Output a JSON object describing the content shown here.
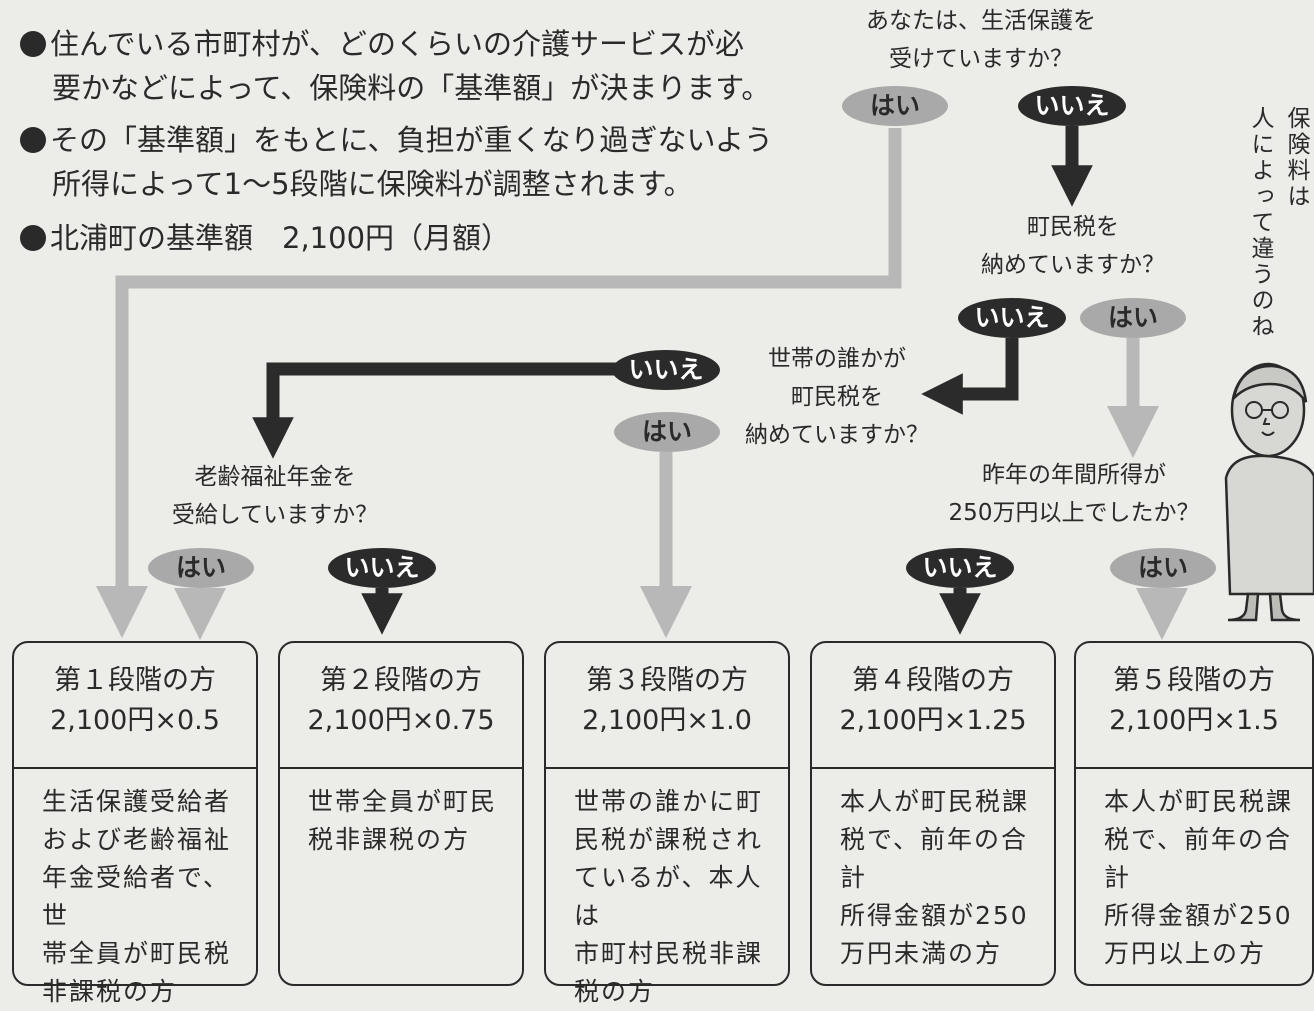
{
  "intro": {
    "bullet1_line1": "住んでいる市町村が、どのくらいの介護サービスが必",
    "bullet1_line2": "要かなどによって、保険料の「基準額」が決まります。",
    "bullet2_line1": "その「基準額」をもとに、負担が重くなり過ぎないよう",
    "bullet2_line2": "所得によって1～5段階に保険料が調整されます。",
    "bullet3": "北浦町の基準額　2,100円（月額）"
  },
  "questions": {
    "q1_line1": "あなたは、生活保護を",
    "q1_line2": "受けていますか？",
    "q2_line1": "町民税を",
    "q2_line2": "納めていますか？",
    "q3_line1": "世帯の誰かが",
    "q3_line2": "町民税を",
    "q3_line3": "納めていますか？",
    "q4_line1": "老齢福祉年金を",
    "q4_line2": "受給していますか？",
    "q5_line1": "昨年の年間所得が",
    "q5_line2": "250万円以上でしたか？"
  },
  "labels": {
    "yes": "はい",
    "no": "いいえ"
  },
  "side_note": {
    "line1": "保険料は",
    "line2": "人によって違うのね"
  },
  "stages": [
    {
      "title": "第１段階の方",
      "formula": "2,100円×0.5",
      "desc": [
        "生活保護受給者",
        "および老齢福祉",
        "年金受給者で、世",
        "帯全員が町民税",
        "非課税の方"
      ]
    },
    {
      "title": "第２段階の方",
      "formula": "2,100円×0.75",
      "desc": [
        "世帯全員が町民",
        "税非課税の方"
      ]
    },
    {
      "title": "第３段階の方",
      "formula": "2,100円×1.0",
      "desc": [
        "世帯の誰かに町",
        "民税が課税され",
        "ているが、本人は",
        "市町村民税非課",
        "税の方"
      ]
    },
    {
      "title": "第４段階の方",
      "formula": "2,100円×1.25",
      "desc": [
        "本人が町民税課",
        "税で、前年の合計",
        "所得金額が250",
        "万円未満の方"
      ]
    },
    {
      "title": "第５段階の方",
      "formula": "2,100円×1.5",
      "desc": [
        "本人が町民税課",
        "税で、前年の合計",
        "所得金額が250",
        "万円以上の方"
      ]
    }
  ],
  "colors": {
    "yes_path": "#b8b8b8",
    "no_path": "#2b2b2b",
    "background": "#ecece8"
  }
}
